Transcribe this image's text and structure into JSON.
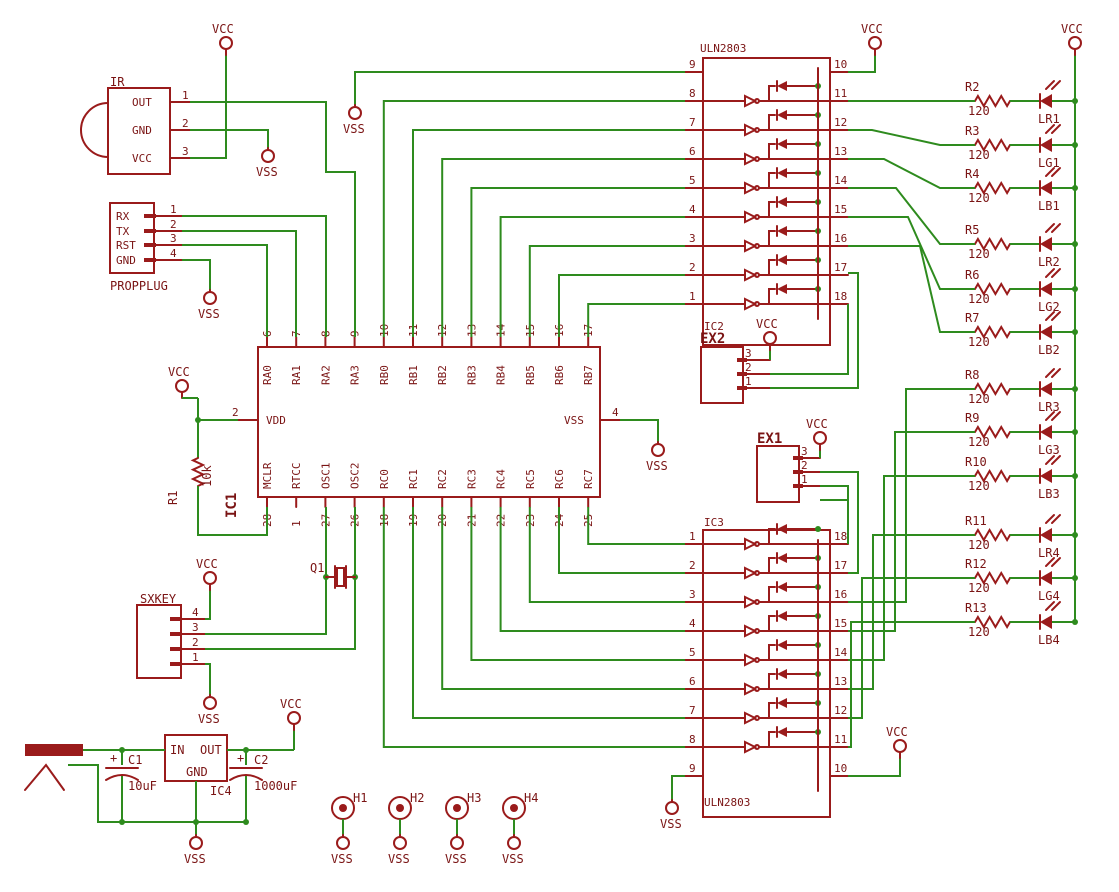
{
  "power": {
    "vcc": "VCC",
    "vss": "VSS"
  },
  "ic1": {
    "name": "IC1",
    "top_pins": [
      {
        "num": "6",
        "name": "RA0"
      },
      {
        "num": "7",
        "name": "RA1"
      },
      {
        "num": "8",
        "name": "RA2"
      },
      {
        "num": "9",
        "name": "RA3"
      },
      {
        "num": "10",
        "name": "RB0"
      },
      {
        "num": "11",
        "name": "RB1"
      },
      {
        "num": "12",
        "name": "RB2"
      },
      {
        "num": "13",
        "name": "RB3"
      },
      {
        "num": "14",
        "name": "RB4"
      },
      {
        "num": "15",
        "name": "RB5"
      },
      {
        "num": "16",
        "name": "RB6"
      },
      {
        "num": "17",
        "name": "RB7"
      }
    ],
    "bottom_pins": [
      {
        "num": "28",
        "name": "MCLR"
      },
      {
        "num": "1",
        "name": "RTCC"
      },
      {
        "num": "27",
        "name": "OSC1"
      },
      {
        "num": "26",
        "name": "OSC2"
      },
      {
        "num": "18",
        "name": "RC0"
      },
      {
        "num": "19",
        "name": "RC1"
      },
      {
        "num": "20",
        "name": "RC2"
      },
      {
        "num": "21",
        "name": "RC3"
      },
      {
        "num": "22",
        "name": "RC4"
      },
      {
        "num": "23",
        "name": "RC5"
      },
      {
        "num": "24",
        "name": "RC6"
      },
      {
        "num": "25",
        "name": "RC7"
      }
    ],
    "vdd": {
      "num": "2",
      "name": "VDD"
    },
    "vss": {
      "num": "4",
      "name": "VSS"
    }
  },
  "ir": {
    "name": "IR",
    "pins": [
      {
        "num": "1",
        "name": "OUT"
      },
      {
        "num": "2",
        "name": "GND"
      },
      {
        "num": "3",
        "name": "VCC"
      }
    ]
  },
  "propplug": {
    "name": "PROPPLUG",
    "pins": [
      {
        "num": "1",
        "name": "RX"
      },
      {
        "num": "2",
        "name": "TX"
      },
      {
        "num": "3",
        "name": "RST"
      },
      {
        "num": "4",
        "name": "GND"
      }
    ]
  },
  "sxkey": {
    "name": "SXKEY",
    "pins": [
      "4",
      "3",
      "2",
      "1"
    ]
  },
  "r1": {
    "name": "R1",
    "value": "10k"
  },
  "q1": {
    "name": "Q1"
  },
  "uln_top": {
    "name": "ULN2803",
    "ref": "IC2",
    "left_pins": [
      "9",
      "8",
      "7",
      "6",
      "5",
      "4",
      "3",
      "2",
      "1"
    ],
    "right_pins": [
      "10",
      "11",
      "12",
      "13",
      "14",
      "15",
      "16",
      "17",
      "18"
    ]
  },
  "uln_bot": {
    "name": "ULN2803",
    "ref": "IC3",
    "left_pins": [
      "1",
      "2",
      "3",
      "4",
      "5",
      "6",
      "7",
      "8",
      "9"
    ],
    "right_pins": [
      "18",
      "17",
      "16",
      "15",
      "14",
      "13",
      "12",
      "11",
      "10"
    ]
  },
  "ex2": {
    "name": "EX2",
    "pins": [
      "3",
      "2",
      "1"
    ]
  },
  "ex1": {
    "name": "EX1",
    "pins": [
      "3",
      "2",
      "1"
    ]
  },
  "resistors": [
    {
      "name": "R2",
      "value": "120"
    },
    {
      "name": "R3",
      "value": "120"
    },
    {
      "name": "R4",
      "value": "120"
    },
    {
      "name": "R5",
      "value": "120"
    },
    {
      "name": "R6",
      "value": "120"
    },
    {
      "name": "R7",
      "value": "120"
    },
    {
      "name": "R8",
      "value": "120"
    },
    {
      "name": "R9",
      "value": "120"
    },
    {
      "name": "R10",
      "value": "120"
    },
    {
      "name": "R11",
      "value": "120"
    },
    {
      "name": "R12",
      "value": "120"
    },
    {
      "name": "R13",
      "value": "120"
    }
  ],
  "leds": [
    "LR1",
    "LG1",
    "LB1",
    "LR2",
    "LG2",
    "LB2",
    "LR3",
    "LG3",
    "LB3",
    "LR4",
    "LG4",
    "LB4"
  ],
  "regulator": {
    "name": "IC4",
    "in": "IN",
    "out": "OUT",
    "gnd": "GND"
  },
  "c1": {
    "name": "C1",
    "value": "10uF"
  },
  "c2": {
    "name": "C2",
    "value": "1000uF"
  },
  "holes": [
    "H1",
    "H2",
    "H3",
    "H4"
  ],
  "pol": "+"
}
